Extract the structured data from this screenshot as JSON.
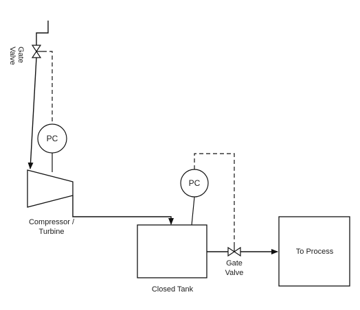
{
  "labels": {
    "gate_valve_top": [
      "Gate",
      "Valve"
    ],
    "pc_left": "PC",
    "pc_right": "PC",
    "compressor": [
      "Compressor /",
      "Turbine"
    ],
    "closed_tank": "Closed Tank",
    "gate_valve_right": [
      "Gate",
      "Valve"
    ],
    "to_process": "To Process"
  },
  "colors": {
    "line": "#111111",
    "background": "#ffffff"
  }
}
